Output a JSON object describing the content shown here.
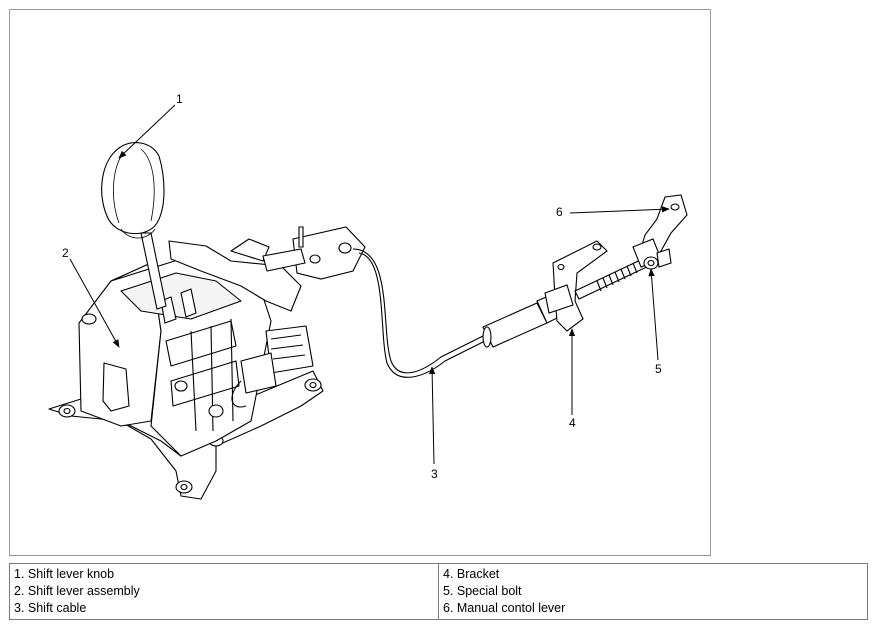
{
  "callouts": [
    "1",
    "2",
    "3",
    "4",
    "5",
    "6"
  ],
  "legend": {
    "left": [
      "1. Shift lever knob",
      "2. Shift lever assembly",
      "3. Shift cable"
    ],
    "right": [
      "4. Bracket",
      "5. Special bolt",
      "6. Manual contol lever"
    ]
  }
}
